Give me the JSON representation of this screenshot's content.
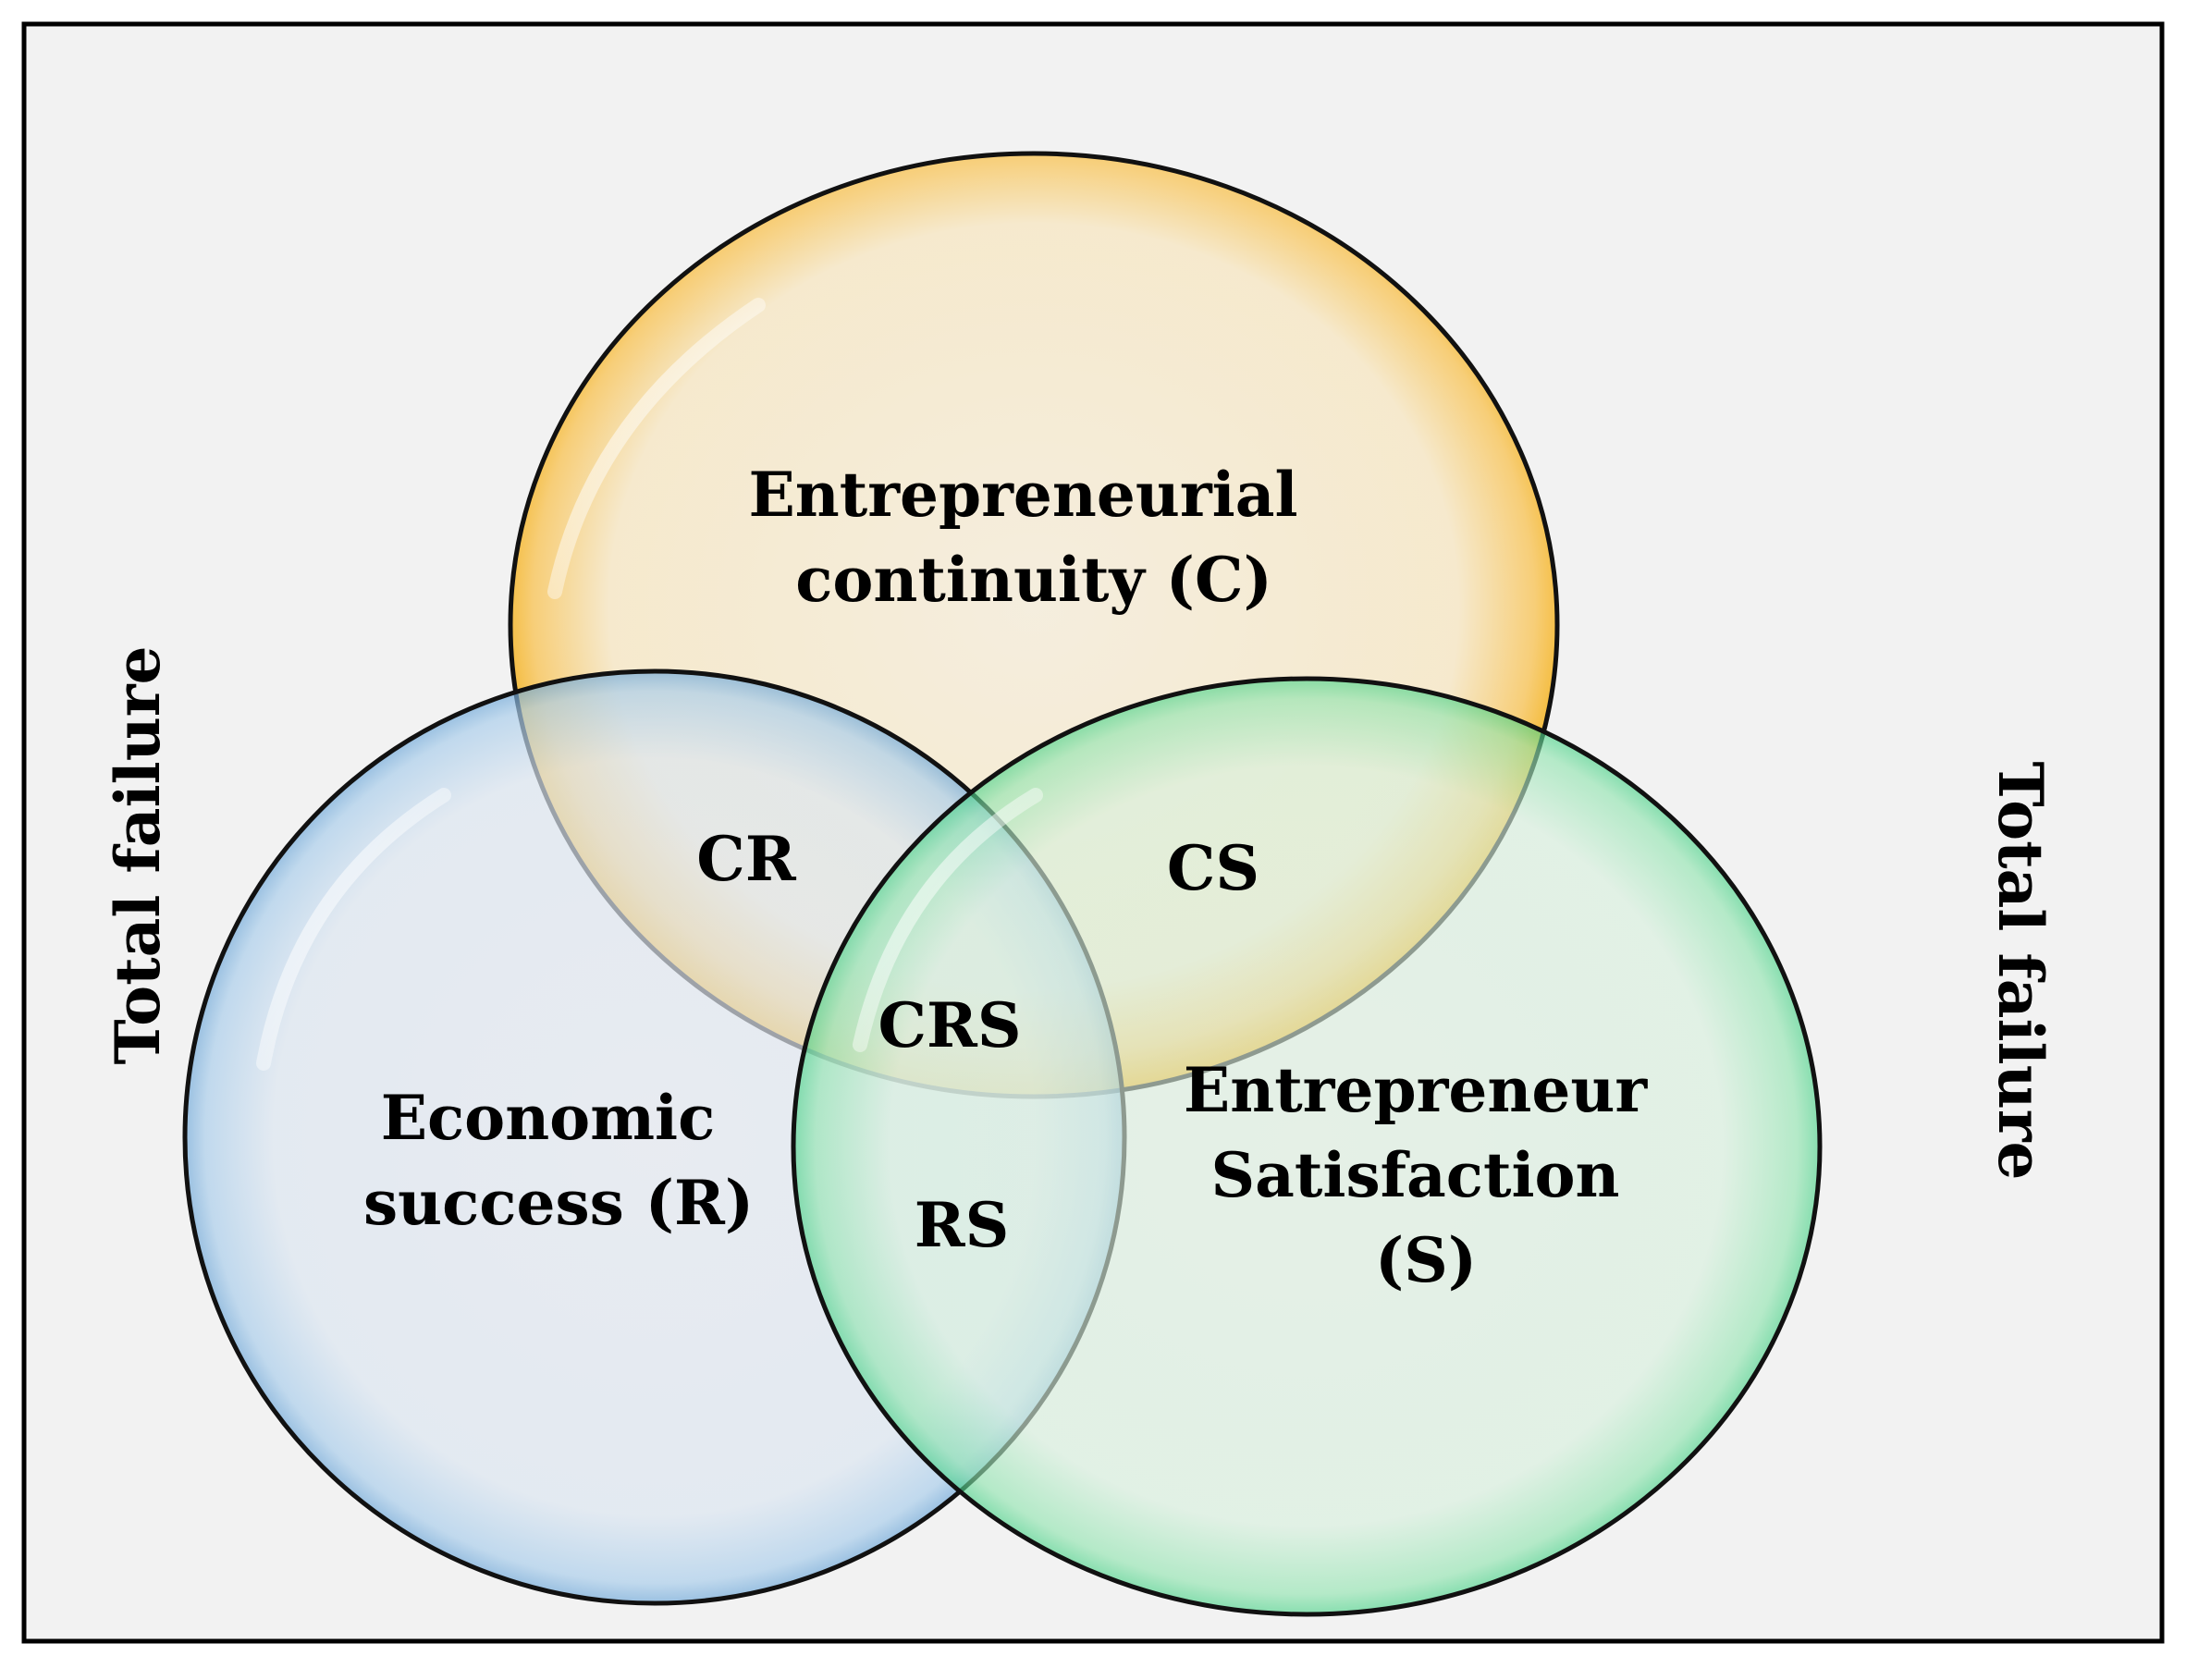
{
  "diagram": {
    "type": "venn",
    "sets": {
      "continuity": {
        "lines": [
          "Entrepreneurial",
          "continuity (C)"
        ],
        "color": "#F2A900"
      },
      "economic": {
        "lines": [
          "Economic",
          "success (R)"
        ],
        "color": "#3A86C8"
      },
      "satisfaction": {
        "lines": [
          "Entrepreneur",
          "Satisfaction",
          "(S)"
        ],
        "color": "#00C060"
      }
    },
    "intersections": {
      "cr": "CR",
      "cs": "CS",
      "rs": "RS",
      "crs": "CRS"
    },
    "outside": {
      "left": "Total failure",
      "right": "Total failure"
    },
    "colors": {
      "background": "#F2F2F2",
      "frame": "#000000",
      "outline": "#111111"
    }
  }
}
